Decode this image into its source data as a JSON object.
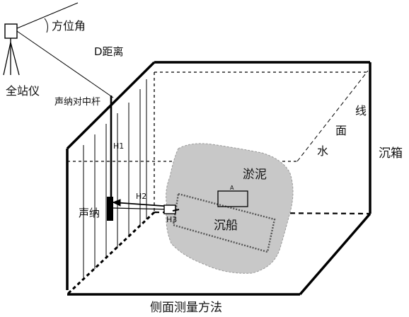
{
  "diagram": {
    "caption": "侧面测量方法",
    "labels": {
      "total_station": "全站仪",
      "azimuth": "方位角",
      "distance": "D距离",
      "sonar_pole": "声纳对中杆",
      "h1": "H1",
      "h2": "H2",
      "h3": "H3",
      "sonar": "声纳",
      "silt": "淤泥",
      "wreck": "沉船",
      "tank": "沉箱",
      "waterline_1": "线",
      "waterline_2": "面",
      "waterline_3": "水",
      "mark_a": "A"
    },
    "colors": {
      "line": "#000000",
      "silt_fill": "#c8c8c8",
      "text": "#111111"
    }
  }
}
